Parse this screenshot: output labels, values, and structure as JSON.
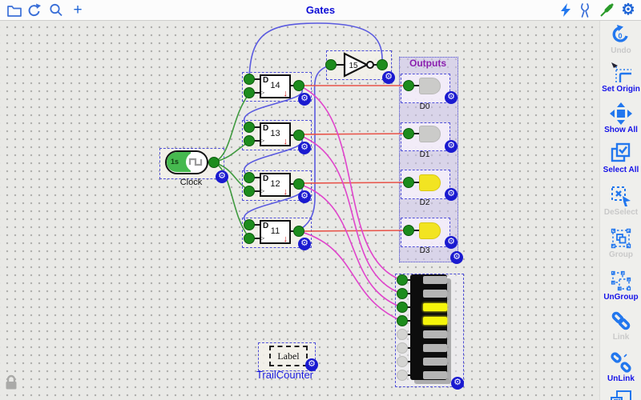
{
  "titlebar": {
    "title": "Gates",
    "left_icons": [
      "folder-icon",
      "redo-icon",
      "search-icon",
      "add-icon"
    ],
    "right_icons": [
      "run-lightning-icon",
      "pliers-icon",
      "probe-icon",
      "settings-gear-icon"
    ]
  },
  "sidebar": {
    "tools": [
      {
        "label": "Undo",
        "icon": "undo-icon",
        "enabled": false,
        "badge": "0"
      },
      {
        "label": "Set Origin",
        "icon": "set-origin-icon",
        "enabled": true
      },
      {
        "label": "Show All",
        "icon": "show-all-icon",
        "enabled": true
      },
      {
        "label": "Select All",
        "icon": "select-all-icon",
        "enabled": true
      },
      {
        "label": "DeSelect",
        "icon": "deselect-icon",
        "enabled": false
      },
      {
        "label": "Group",
        "icon": "group-icon",
        "enabled": false
      },
      {
        "label": "UnGroup",
        "icon": "ungroup-icon",
        "enabled": true
      },
      {
        "label": "Link",
        "icon": "link-icon",
        "enabled": false
      },
      {
        "label": "UnLink",
        "icon": "unlink-icon",
        "enabled": true
      }
    ]
  },
  "canvas": {
    "clock": {
      "interval": "1s",
      "label": "Clock"
    },
    "flipflops": [
      {
        "letter": "D",
        "id": "14"
      },
      {
        "letter": "D",
        "id": "13"
      },
      {
        "letter": "D",
        "id": "12"
      },
      {
        "letter": "D",
        "id": "11"
      }
    ],
    "not_gate": {
      "id": "15"
    },
    "outputs_group": {
      "title": "Outputs",
      "leds": [
        {
          "label": "D0",
          "on": false
        },
        {
          "label": "D1",
          "on": false
        },
        {
          "label": "D2",
          "on": true
        },
        {
          "label": "D3",
          "on": true
        }
      ]
    },
    "bar_display": {
      "segments": [
        false,
        false,
        true,
        true,
        false,
        false,
        false,
        false
      ],
      "pins_connected": [
        true,
        true,
        true,
        true,
        false,
        false,
        false,
        false
      ]
    },
    "label_component": {
      "box_text": "Label",
      "caption": "TrailCounter"
    }
  },
  "icons": {
    "gear_glyph": "⚙",
    "plus_glyph": "+",
    "down_arrow": "↓",
    "clk_triangle": "▷"
  },
  "colors": {
    "accent": "#1c63d6",
    "title_blue": "#0b0bd6",
    "wire_blue": "#5a5ae0",
    "wire_green": "#3f9a3f",
    "wire_red": "#e8544a",
    "wire_pink": "#e044cc",
    "pin_green": "#1d8c1d",
    "gear_blue": "#1a1ad0",
    "sel_border": "#5050d8",
    "led_on": "#f2e422",
    "led_off": "#cbcbc9",
    "seg_on": "#f5f50a",
    "seg_off": "#b5b5b5",
    "group_title": "#8a1fae",
    "label_blue": "#1b1be0",
    "enabled_blue": "#1512e8",
    "disabled_grey": "#c9c9c9"
  }
}
